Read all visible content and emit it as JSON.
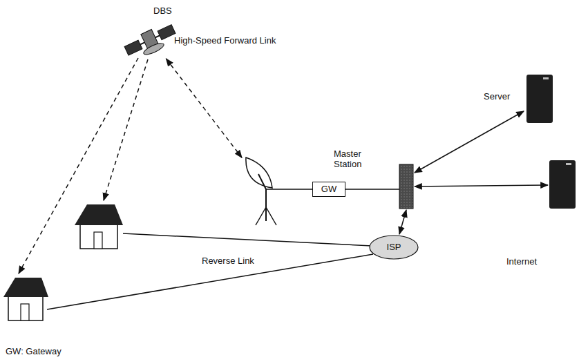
{
  "diagram": {
    "nodes": [
      {
        "text": [
          "DBS"
        ]
      },
      {
        "text": [
          "Master Station"
        ]
      },
      {
        "text": [
          "GW"
        ]
      },
      {
        "text": [
          "Internet"
        ]
      },
      {
        "text": [
          "Server"
        ],
        "in": 3
      },
      {
        "text": [
          "ISP"
        ],
        "in": 3
      }
    ],
    "edges": [
      {
        "from": 0,
        "to": 1,
        "arrow": "both",
        "label": "High-Speed Forward Link"
      },
      {
        "from": 1,
        "to": 2,
        "arrow": "none"
      }
    ],
    "labels": [
      "Reverse Link",
      "GW: Gateway"
    ]
  }
}
